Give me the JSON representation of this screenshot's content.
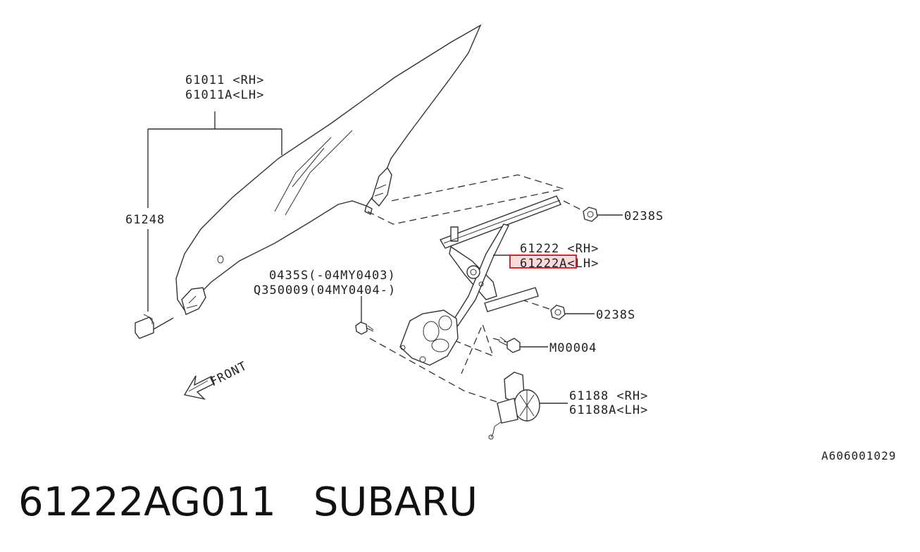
{
  "callouts": {
    "glass_rh": "61011 <RH>",
    "glass_lh": "61011A<LH>",
    "glass_holder": "61248",
    "regulator_rh": "61222 <RH>",
    "regulator_lh": "61222A<LH>",
    "nut_upper": "0238S",
    "nut_lower": "0238S",
    "bolt_a": "0435S(-04MY0403)",
    "bolt_b": "Q350009(04MY0404-)",
    "bolt_motor": "M00004",
    "motor_rh": "61188 <RH>",
    "motor_lh": "61188A<LH>",
    "front": "FRONT"
  },
  "diagram_code": "A606001029",
  "caption": {
    "part_number": "61222AG011",
    "brand": "SUBARU"
  },
  "colors": {
    "highlight_border": "#e0202a",
    "highlight_fill": "#f7b9c0",
    "line": "#333333"
  }
}
